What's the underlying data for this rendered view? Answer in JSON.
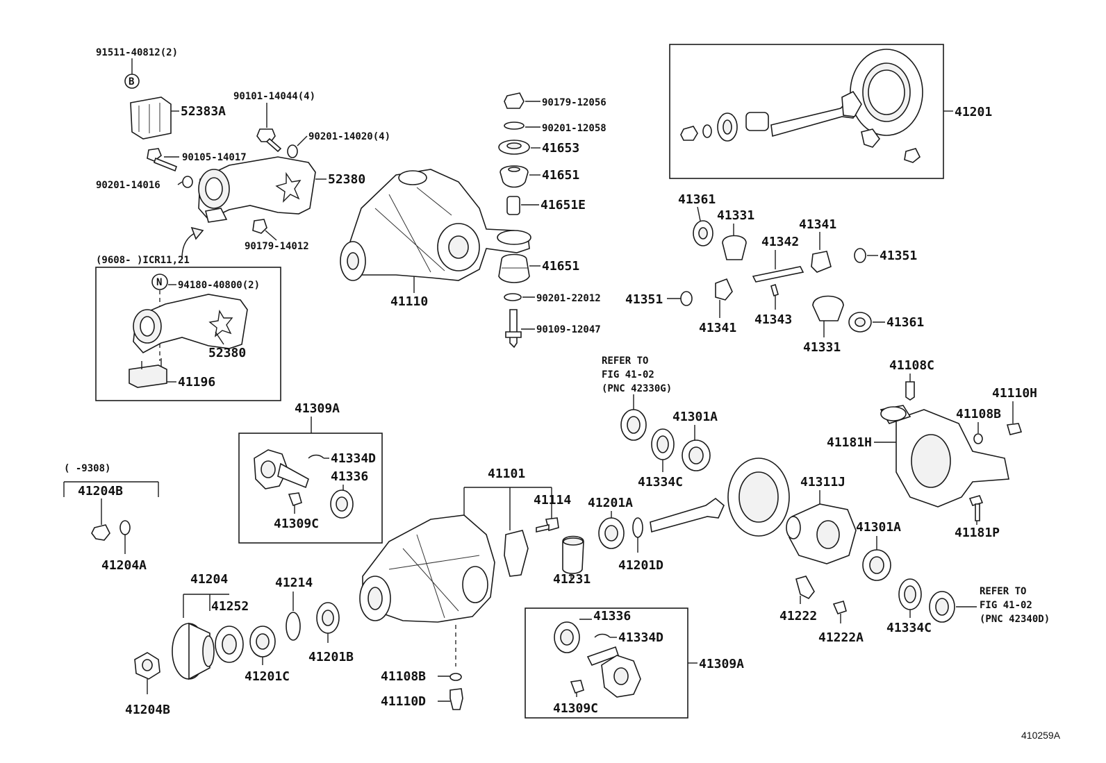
{
  "figure_code": "410259A",
  "symbols": {
    "B": "B",
    "N": "N"
  },
  "labels": {
    "p91511": "91511-40812(2)",
    "p52383A": "52383A",
    "p90101": "90101-14044(4)",
    "p90201_14020": "90201-14020(4)",
    "p90105": "90105-14017",
    "p90201_14016": "90201-14016",
    "p52380_top": "52380",
    "p90179_14012": "90179-14012",
    "range_9608": "(9608-      )ICR11,21",
    "p94180": "94180-40800(2)",
    "p52380_box": "52380",
    "p41196": "41196",
    "p90179_12056": "90179-12056",
    "p90201_12058": "90201-12058",
    "p41653": "41653",
    "p41651_top": "41651",
    "p41651E": "41651E",
    "p41651_bot": "41651",
    "p90201_22012": "90201-22012",
    "p90109": "90109-12047",
    "p41110": "41110",
    "p41201": "41201",
    "p41361_a": "41361",
    "p41331_a": "41331",
    "p41341_a": "41341",
    "p41342": "41342",
    "p41351_a": "41351",
    "p41351_b": "41351",
    "p41341_b": "41341",
    "p41343": "41343",
    "p41331_b": "41331",
    "p41361_b": "41361",
    "refer_top_1": "REFER TO",
    "refer_top_2": "FIG 41-02",
    "refer_top_3": "(PNC 42330G)",
    "p41301A_a": "41301A",
    "p41334C_a": "41334C",
    "p41108C": "41108C",
    "p41110H": "41110H",
    "p41108B_a": "41108B",
    "p41181H": "41181H",
    "p41181P": "41181P",
    "p41309A_a": "41309A",
    "p41334D_a": "41334D",
    "p41336_a": "41336",
    "p41309C_a": "41309C",
    "range_9308": "(      -9308)",
    "p41204B_a": "41204B",
    "p41204A": "41204A",
    "p41101": "41101",
    "p41114": "41114",
    "p41201A": "41201A",
    "p41231": "41231",
    "p41201D": "41201D",
    "p41311J": "41311J",
    "p41301A_b": "41301A",
    "p41204": "41204",
    "p41252": "41252",
    "p41214": "41214",
    "p41201C": "41201C",
    "p41201B": "41201B",
    "p41204B_b": "41204B",
    "p41222": "41222",
    "p41222A": "41222A",
    "p41334C_b": "41334C",
    "refer_bot_1": "REFER TO",
    "refer_bot_2": "FIG 41-02",
    "refer_bot_3": "(PNC 42340D)",
    "p41336_b": "41336",
    "p41334D_b": "41334D",
    "p41309A_b": "41309A",
    "p41309C_b": "41309C",
    "p41108B_b": "41108B",
    "p41110D": "41110D"
  }
}
